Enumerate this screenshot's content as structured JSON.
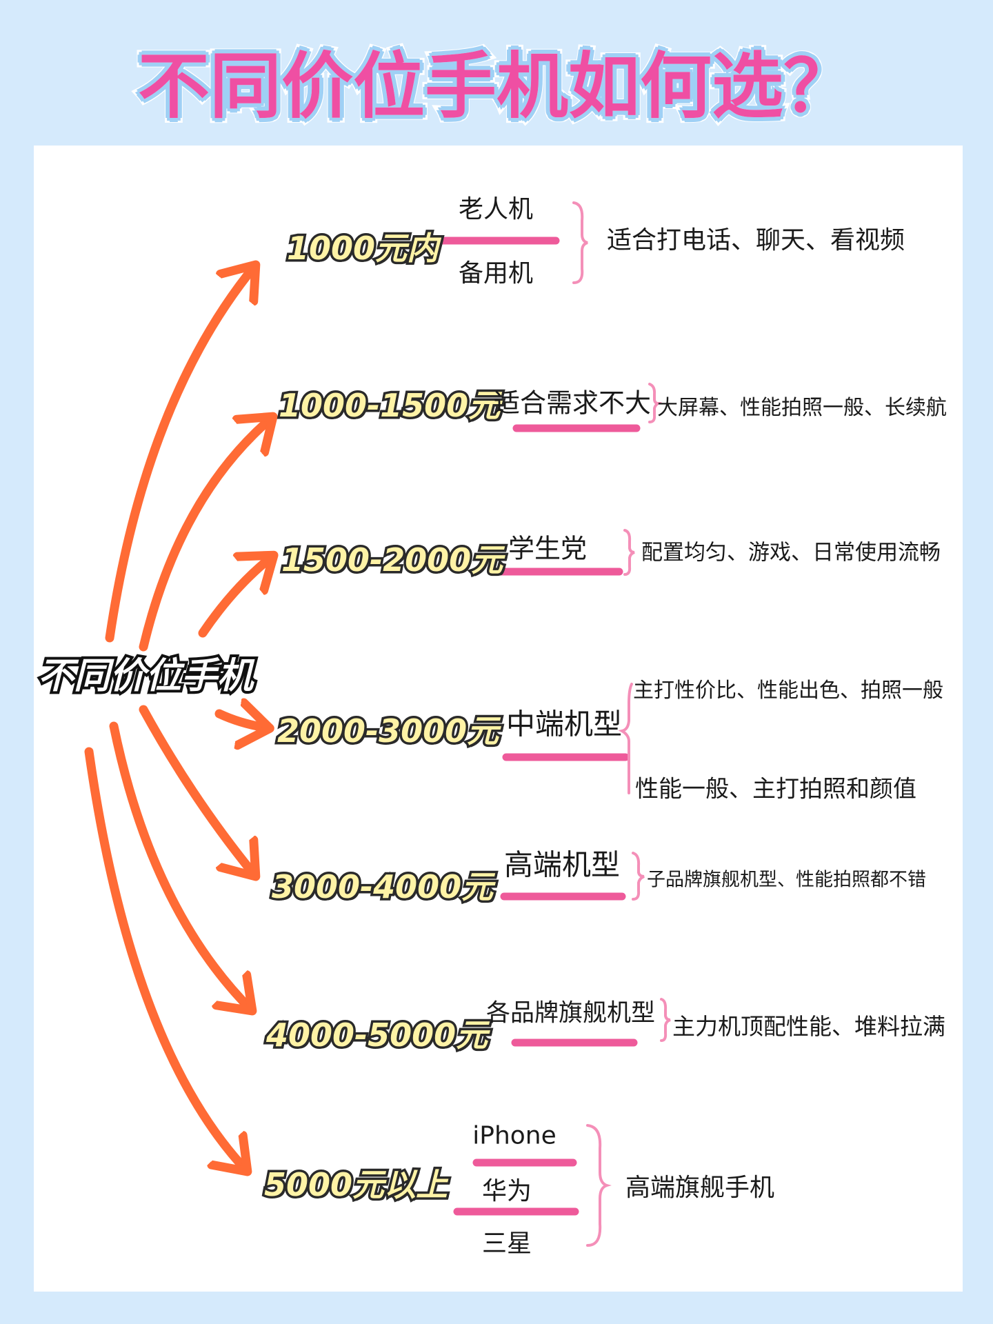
{
  "title": "不同价位手机如何选？",
  "root": "不同价位手机",
  "colors": {
    "background": "#d5eafc",
    "arrow": "#ff6b35",
    "underline": "#ee5a9a",
    "brace": "#f48fb8",
    "title": "#ef4fa3"
  },
  "branches": [
    {
      "price": "1000元内",
      "items": [
        "老人机",
        "备用机"
      ],
      "desc": [
        "适合打电话、聊天、看视频"
      ]
    },
    {
      "price": "1000-1500元",
      "items": [
        "适合需求不大"
      ],
      "desc": [
        "大屏幕、性能拍照一般、长续航"
      ]
    },
    {
      "price": "1500-2000元",
      "items": [
        "学生党"
      ],
      "desc": [
        "配置均匀、游戏、日常使用流畅"
      ]
    },
    {
      "price": "2000-3000元",
      "items": [
        "中端机型"
      ],
      "desc": [
        "主打性价比、性能出色、拍照一般",
        "性能一般、主打拍照和颜值"
      ]
    },
    {
      "price": "3000-4000元",
      "items": [
        "高端机型"
      ],
      "desc": [
        "子品牌旗舰机型、性能拍照都不错"
      ]
    },
    {
      "price": "4000-5000元",
      "items": [
        "各品牌旗舰机型"
      ],
      "desc": [
        "主力机顶配性能、堆料拉满"
      ]
    },
    {
      "price": "5000元以上",
      "items": [
        "iPhone",
        "华为",
        "三星"
      ],
      "desc": [
        "高端旗舰手机"
      ]
    }
  ]
}
